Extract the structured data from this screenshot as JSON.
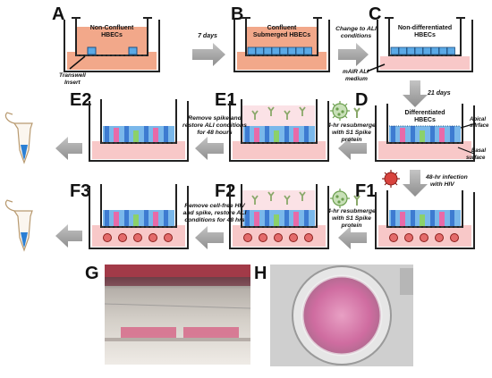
{
  "panels": {
    "A": {
      "letter": "A",
      "caption1": "Non-Confluent",
      "caption2": "HBECs",
      "pointer1": "Transwell",
      "pointer2": "Insert"
    },
    "B": {
      "letter": "B",
      "caption1": "Confluent",
      "caption2": "Submerged HBECs"
    },
    "C": {
      "letter": "C",
      "caption1": "Non-differentiated",
      "caption2": "HBECs",
      "pointer1": "mAIR ALI",
      "pointer2": "medium"
    },
    "D": {
      "letter": "D",
      "caption1": "Differentiated",
      "caption2": "HBECs",
      "apical1": "Apical",
      "apical2": "surface",
      "basal1": "Basal",
      "basal2": "surface"
    },
    "E1": {
      "letter": "E1"
    },
    "E2": {
      "letter": "E2"
    },
    "F1": {
      "letter": "F1"
    },
    "F2": {
      "letter": "F2"
    },
    "F3": {
      "letter": "F3"
    },
    "G": {
      "letter": "G"
    },
    "H": {
      "letter": "H"
    }
  },
  "steps": {
    "ab": "7 days",
    "bc1": "Change to ALI",
    "bc2": "conditions",
    "cd": "21 days",
    "de1_1": "4-hr resubmerge",
    "de1_2": "with S1 Spike",
    "de1_3": "protein",
    "e1e2_1": "Remove spike and",
    "e1e2_2": "restore ALI conditions",
    "e1e2_3": "for 48 hours",
    "df1_1": "48-hr infection",
    "df1_2": "with HIV",
    "f1f2_1": "4-hr resubmerge",
    "f1f2_2": "with S1 Spike",
    "f1f2_3": "protein",
    "f2f3_1": "Remove cell-free HIV",
    "f2f3_2": "and spike, restore ALI",
    "f2f3_3": "conditions for 48 hrs"
  },
  "colors": {
    "medium": "#f2a88a",
    "ali_medium": "#f8c8c8",
    "cell": "#5aa9e6",
    "arrow": "#a0a0a0",
    "tube_liquid": "#2a7fd4"
  },
  "icons": [
    "transwell-well",
    "epithelial-cells",
    "spike-protein-icon",
    "virus-icon",
    "hiv-virus-icon",
    "microtube-icon"
  ]
}
